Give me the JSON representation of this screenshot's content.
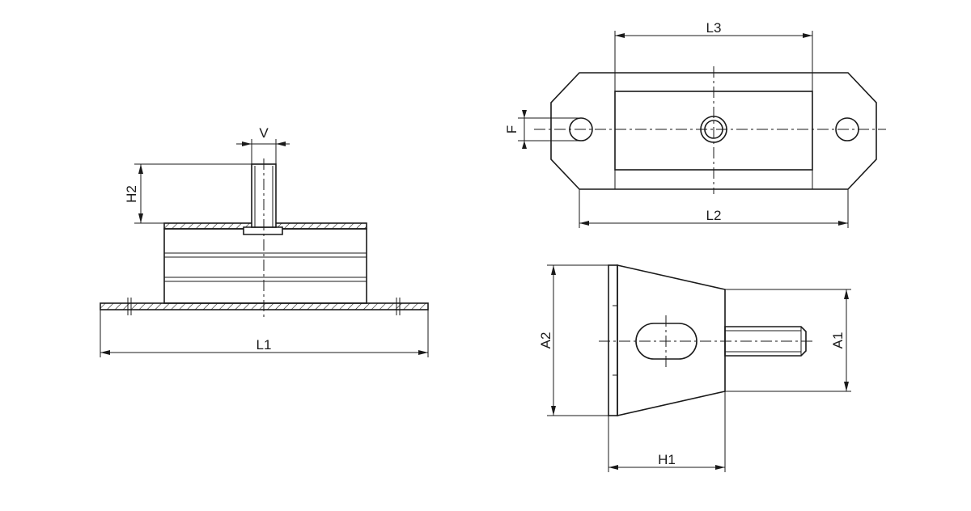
{
  "labels": {
    "v": "V",
    "h2": "H2",
    "l1": "L1",
    "l3": "L3",
    "l2": "L2",
    "f": "F",
    "a2": "A2",
    "a1": "A1",
    "h1": "H1"
  }
}
